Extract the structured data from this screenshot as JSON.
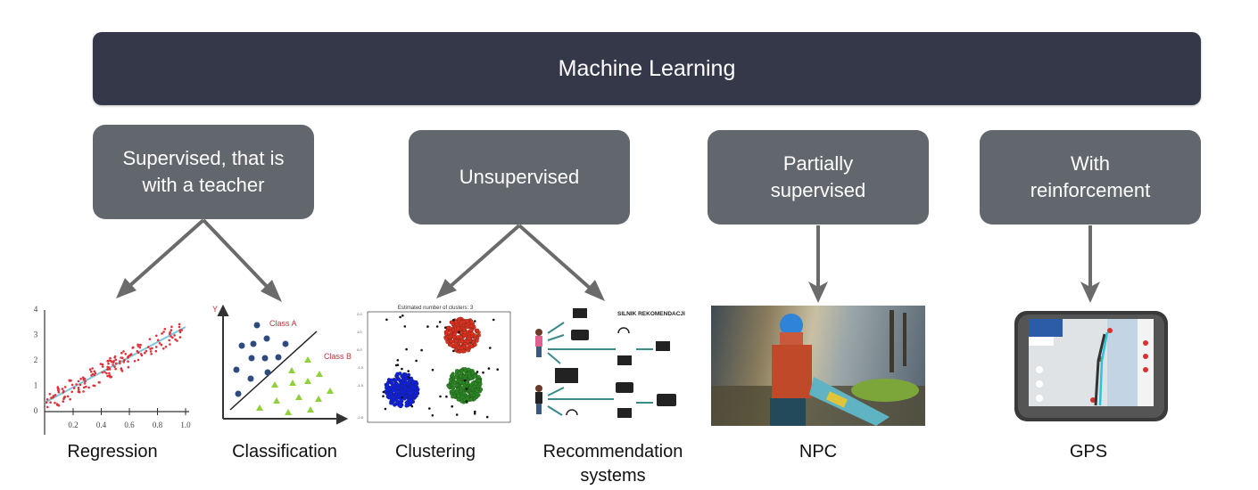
{
  "title": "Machine Learning",
  "colors": {
    "header": "#343849",
    "category": "#62666d",
    "arrow": "#6b6b6b"
  },
  "categories": [
    {
      "id": "supervised",
      "lines": [
        "Supervised, that is",
        "with a teacher"
      ]
    },
    {
      "id": "unsupervised",
      "lines": [
        "Unsupervised"
      ]
    },
    {
      "id": "partially-supervised",
      "lines": [
        "Partially",
        "supervised"
      ]
    },
    {
      "id": "reinforcement",
      "lines": [
        "With",
        "reinforcement"
      ]
    }
  ],
  "examples": [
    {
      "id": "regression",
      "lines": [
        "Regression"
      ],
      "category": "supervised",
      "image": "regression-scatter-plot"
    },
    {
      "id": "classification",
      "lines": [
        "Classification"
      ],
      "category": "supervised",
      "image": "classification-plot"
    },
    {
      "id": "clustering",
      "lines": [
        "Clustering"
      ],
      "category": "unsupervised",
      "image": "clustering-plot"
    },
    {
      "id": "recommendation",
      "lines": [
        "Recommendation",
        "systems"
      ],
      "category": "unsupervised",
      "image": "recommendation-diagram"
    },
    {
      "id": "npc",
      "lines": [
        "NPC"
      ],
      "category": "partially-supervised",
      "image": "game-screenshot"
    },
    {
      "id": "gps",
      "lines": [
        "GPS"
      ],
      "category": "reinforcement",
      "image": "gps-device"
    }
  ],
  "thumbnails": {
    "regression": {
      "x_ticks": [
        "0.2",
        "0.4",
        "0.6",
        "0.8",
        "1.0"
      ],
      "y_ticks": [
        "0",
        "1",
        "2",
        "3",
        "4"
      ]
    },
    "classification": {
      "y_axis": "Y",
      "class_a": "Class A",
      "class_b": "Class B"
    },
    "clustering": {
      "title": "Estimated number of clusters: 3"
    },
    "recommendation": {
      "title": "SILNIK REKOMENDACJI"
    }
  }
}
